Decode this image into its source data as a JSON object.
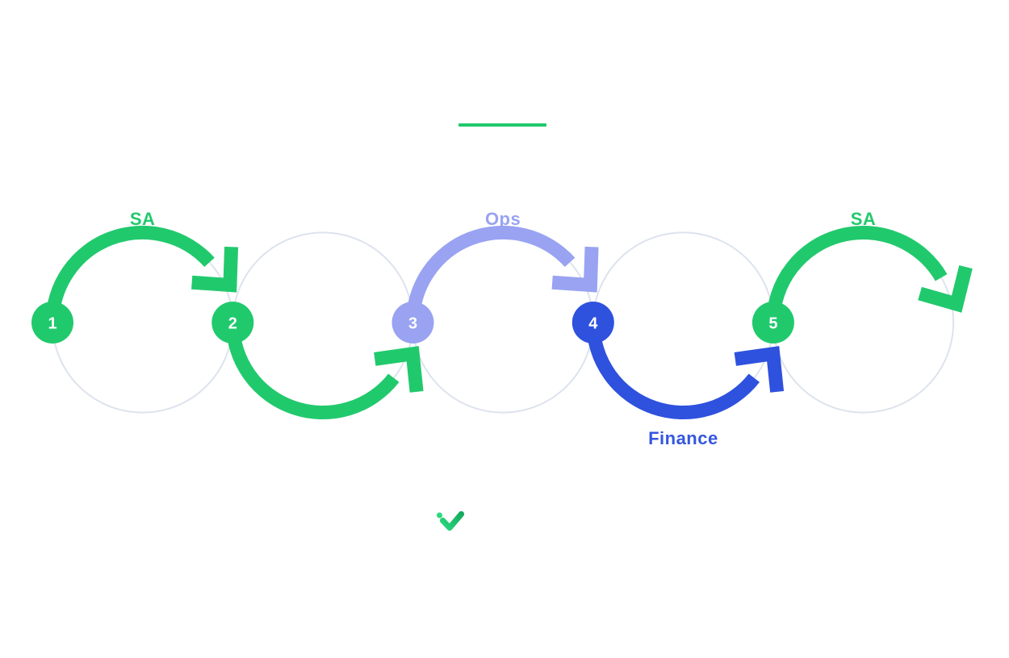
{
  "colors": {
    "green": "#21C96D",
    "purple": "#99A3F1",
    "blue": "#2E51DE",
    "label_blue": "#3456E0",
    "track": "#DDE3ED",
    "white": "#FFFFFF",
    "check_light": "#2BD980",
    "check_dark": "#15AA5C",
    "background": "#FFFFFF"
  },
  "header": {
    "divider_color": "#21C96D"
  },
  "diagram": {
    "type": "process-flow-loop",
    "steps": [
      {
        "number": "1",
        "color": "#21C96D"
      },
      {
        "number": "2",
        "color": "#21C96D"
      },
      {
        "number": "3",
        "color": "#99A3F1"
      },
      {
        "number": "4",
        "color": "#2E51DE"
      },
      {
        "number": "5",
        "color": "#21C96D"
      }
    ],
    "arrows": [
      {
        "from": "1",
        "to": "2",
        "position": "top",
        "label": "SA",
        "color": "#21C96D",
        "label_color": "#21C96D"
      },
      {
        "from": "2",
        "to": "3",
        "position": "bottom",
        "label": "",
        "color": "#21C96D",
        "label_color": "#21C96D"
      },
      {
        "from": "3",
        "to": "4",
        "position": "top",
        "label": "Ops",
        "color": "#99A3F1",
        "label_color": "#99A3F1"
      },
      {
        "from": "4",
        "to": "5",
        "position": "bottom",
        "label": "Finance",
        "color": "#2E51DE",
        "label_color": "#3456E0"
      },
      {
        "from": "5",
        "to": "",
        "position": "top",
        "label": "SA",
        "color": "#21C96D",
        "label_color": "#21C96D"
      }
    ]
  },
  "footer": {
    "logo": "checkmark"
  }
}
